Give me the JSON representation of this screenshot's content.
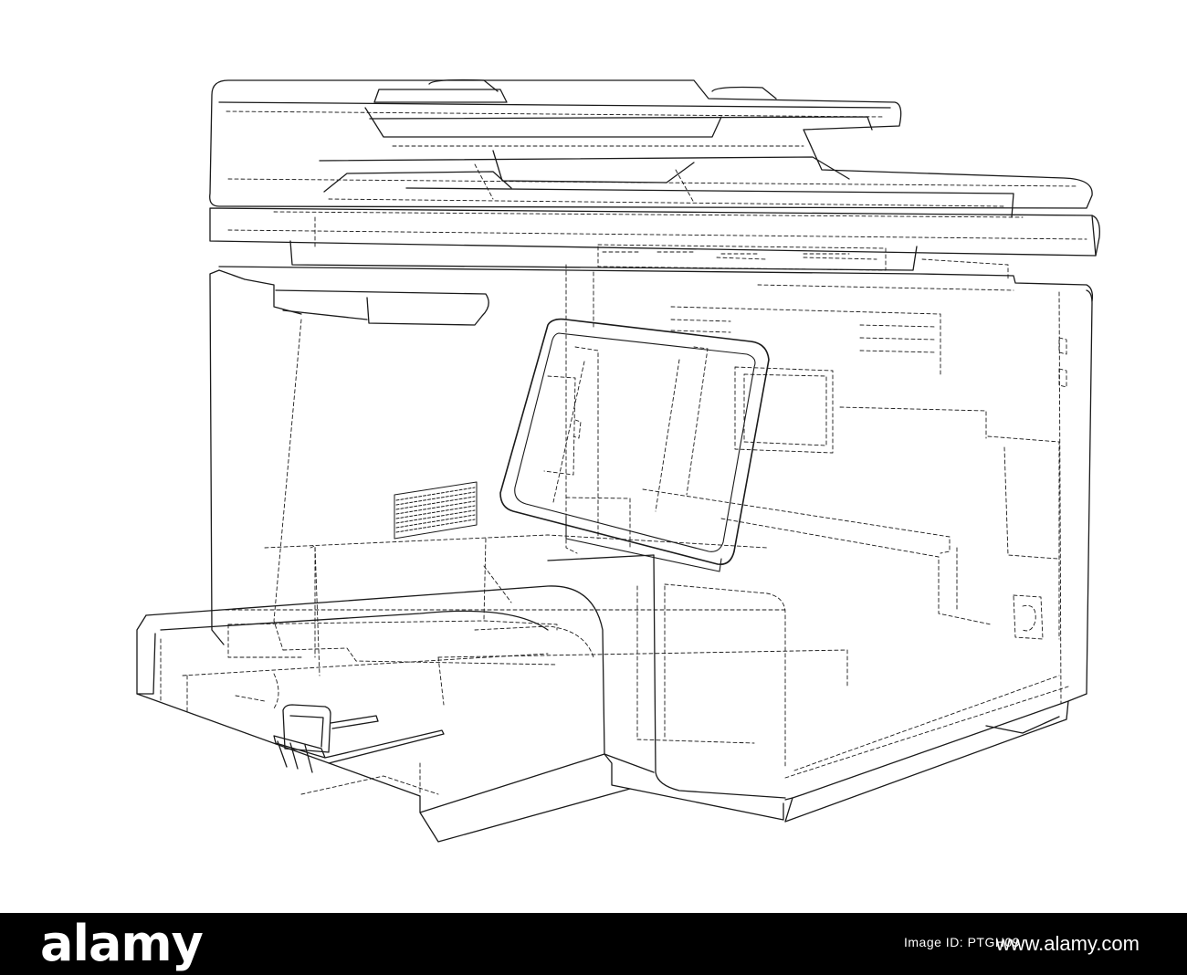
{
  "illustration": {
    "subject": "multifunction printer wireframe drawing",
    "line_color": "#1a1a1a",
    "background_color": "#ffffff"
  },
  "footer": {
    "background_color": "#000000",
    "text_color": "#ffffff",
    "logo_text": "alamy",
    "image_id": "Image ID: PTGH09",
    "site_url": "www.alamy.com"
  }
}
